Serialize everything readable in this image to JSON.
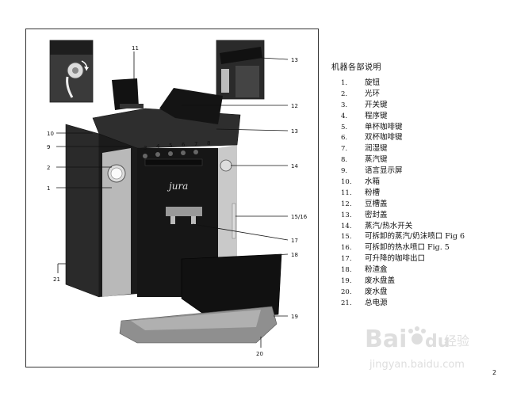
{
  "parts": {
    "title": "机器各部说明",
    "items": [
      {
        "num": "1.",
        "label": "旋钮"
      },
      {
        "num": "2.",
        "label": "光环"
      },
      {
        "num": "3.",
        "label": "开关键"
      },
      {
        "num": "4.",
        "label": "程序键"
      },
      {
        "num": "5.",
        "label": "单杯咖啡键"
      },
      {
        "num": "6.",
        "label": "双杯咖啡键"
      },
      {
        "num": "7.",
        "label": "润湿键"
      },
      {
        "num": "8.",
        "label": "蒸汽键"
      },
      {
        "num": "9.",
        "label": "语言显示屏"
      },
      {
        "num": "10.",
        "label": "水箱"
      },
      {
        "num": "11.",
        "label": "粉槽"
      },
      {
        "num": "12.",
        "label": "豆槽盖"
      },
      {
        "num": "13.",
        "label": "密封盖"
      },
      {
        "num": "14.",
        "label": "蒸汽/热水开关"
      },
      {
        "num": "15.",
        "label": "可拆卸的蒸汽/奶沫喷口 Fig 6"
      },
      {
        "num": "16.",
        "label": "可拆卸的热水喷口 Fig. 5"
      },
      {
        "num": "17.",
        "label": "可升降的咖啡出口"
      },
      {
        "num": "18.",
        "label": "粉渣盒"
      },
      {
        "num": "19.",
        "label": "废水盘盖"
      },
      {
        "num": "20.",
        "label": "废水盘"
      },
      {
        "num": "21.",
        "label": "总电源"
      }
    ]
  },
  "figure": {
    "callouts": {
      "c1": "1",
      "c2": "2",
      "c3": "3",
      "c4": "4",
      "c5": "5",
      "c6": "6",
      "c7": "7",
      "c8": "8",
      "c9": "9",
      "c10": "10",
      "c11": "11",
      "c12": "12",
      "c13a": "13",
      "c13b": "13",
      "c14": "14",
      "c1516": "15/16",
      "c17": "17",
      "c18": "18",
      "c19": "19",
      "c20": "20",
      "c21": "21"
    },
    "brand_logo": "jura",
    "colors": {
      "body_dark": "#1b1b1b",
      "body_mid": "#2e2e2e",
      "silver": "#b9b9b9",
      "tray": "#8f8f8f"
    }
  },
  "page_number": "2",
  "watermark": {
    "brand": "Bai",
    "brand_tail": "du",
    "tagline": "经验",
    "url": "jingyan.baidu.com"
  }
}
